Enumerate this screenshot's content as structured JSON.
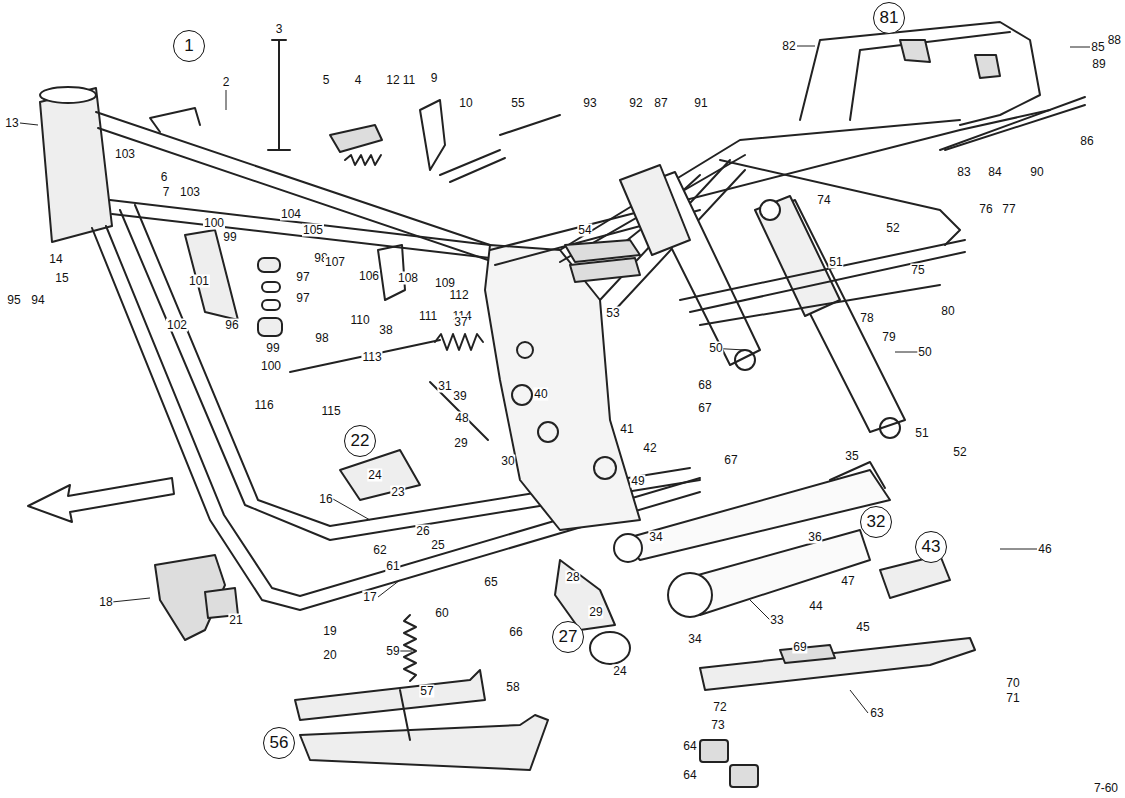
{
  "diagram": {
    "nodes": [
      {
        "text": [
          "1"
        ]
      },
      {
        "text": [
          "81"
        ]
      },
      {
        "text": [
          "22"
        ]
      },
      {
        "text": [
          "32"
        ]
      },
      {
        "text": [
          "43"
        ]
      },
      {
        "text": [
          "27"
        ]
      },
      {
        "text": [
          "56"
        ]
      }
    ],
    "labels": [
      "13",
      "2",
      "3",
      "5",
      "4",
      "12",
      "11",
      "9",
      "10",
      "55",
      "93",
      "92",
      "87",
      "91",
      "82",
      "85",
      "88",
      "89",
      "86",
      "83",
      "84",
      "90",
      "76",
      "77",
      "74",
      "52",
      "51",
      "75",
      "78",
      "79",
      "80",
      "50",
      "50",
      "51",
      "52",
      "54",
      "53",
      "103",
      "6",
      "7",
      "103",
      "100",
      "104",
      "99",
      "105",
      "98",
      "97",
      "97",
      "98",
      "99",
      "100",
      "101",
      "102",
      "96",
      "14",
      "95",
      "94",
      "15",
      "107",
      "106",
      "108",
      "109",
      "110",
      "112",
      "111",
      "114",
      "38",
      "37",
      "113",
      "31",
      "39",
      "40",
      "48",
      "116",
      "115",
      "24",
      "23",
      "29",
      "30",
      "41",
      "42",
      "49",
      "68",
      "67",
      "67",
      "35",
      "16",
      "26",
      "62",
      "25",
      "61",
      "36",
      "34",
      "46",
      "47",
      "44",
      "45",
      "33",
      "34",
      "69",
      "28",
      "29",
      "65",
      "60",
      "66",
      "24",
      "17",
      "18",
      "21",
      "19",
      "20",
      "59",
      "57",
      "58",
      "63",
      "70",
      "71",
      "72",
      "73",
      "64",
      "64",
      "7-60"
    ]
  }
}
